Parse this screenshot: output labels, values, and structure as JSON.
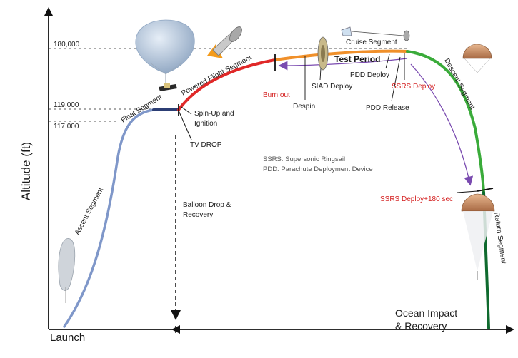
{
  "axis": {
    "y_label": "Altitude (ft)",
    "ticks": [
      {
        "label": "180,000"
      },
      {
        "label": "119,000"
      },
      {
        "label": "117,000"
      }
    ]
  },
  "segments": {
    "ascent": "Ascent Segment",
    "float": "Float Segment",
    "powered": "Powered Flight Segment",
    "cruise": "Cruise Segment",
    "descent": "Descent Segment",
    "return": "Return Segment"
  },
  "events": {
    "spin_up": "Spin-Up and",
    "ignition": "Ignition",
    "tv_drop": "TV DROP",
    "burn_out": "Burn out",
    "despin": "Despin",
    "siad_deploy": "SIAD Deploy",
    "test_period": "Test Period",
    "pdd_deploy": "PDD Deploy",
    "ssrs_deploy": "SSRS Deploy",
    "pdd_release": "PDD Release",
    "ssrs_deploy_180": "SSRS Deploy+180 sec",
    "balloon_drop_1": "Balloon Drop &",
    "balloon_drop_2": "Recovery",
    "launch": "Launch",
    "ocean_1": "Ocean Impact",
    "ocean_2": "& Recovery"
  },
  "legend": {
    "ssrs": "SSRS: Supersonic Ringsail",
    "pdd": "PDD:  Parachute Deployment Device"
  },
  "colors": {
    "ascent": "#7f97c9",
    "float": "#2c3e74",
    "powered": "#e02828",
    "cruise": "#f0902a",
    "descent": "#3aab3a",
    "return": "#0f6a2e",
    "event_red": "#d42020",
    "arrow_purple": "#7a4bb0"
  }
}
